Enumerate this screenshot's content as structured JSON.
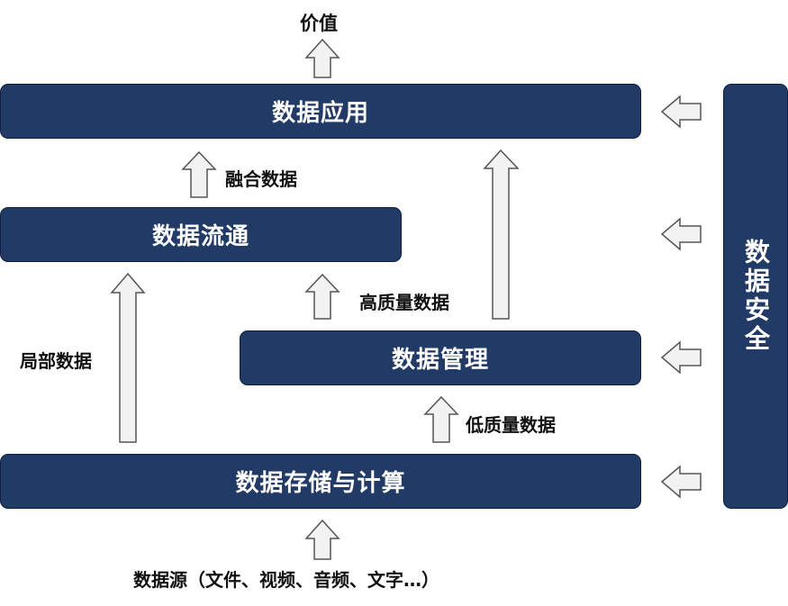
{
  "boxes": {
    "application": "数据应用",
    "circulation": "数据流通",
    "management": "数据管理",
    "storage": "数据存储与计算",
    "security": "数据安全"
  },
  "labels": {
    "value": "价值",
    "fused_data": "融合数据",
    "high_quality_data": "高质量数据",
    "local_data": "局部数据",
    "low_quality_data": "低质量数据",
    "data_source": "数据源（文件、视频、音频、文字…）"
  },
  "colors": {
    "box_fill": "#213a66",
    "arrow_fill": "#f2f2f2",
    "arrow_stroke": "#555555"
  }
}
